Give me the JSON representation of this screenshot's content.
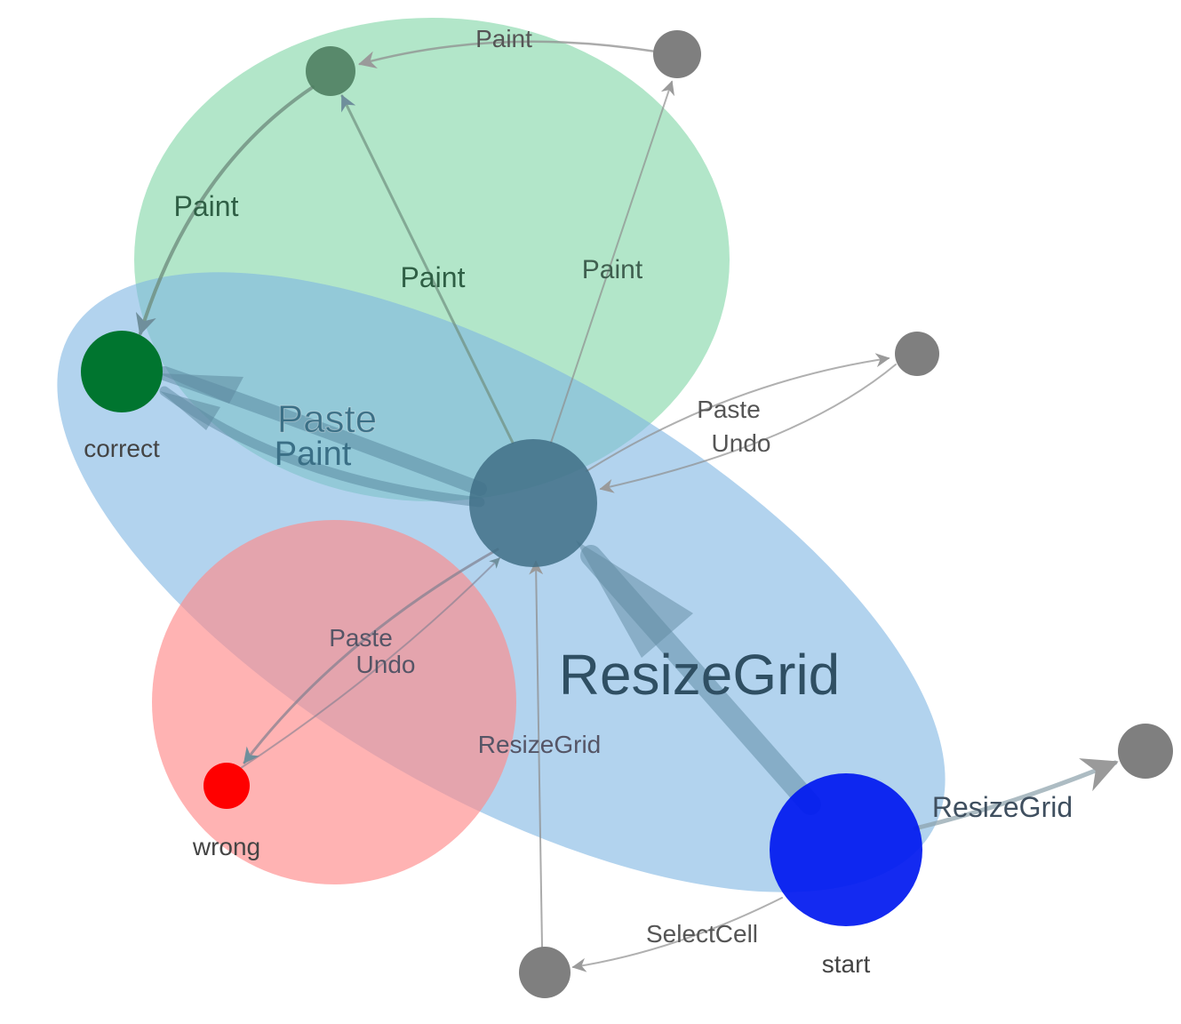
{
  "colors": {
    "cluster_green": "#7fd6a5",
    "cluster_blue": "#7fb6e3",
    "cluster_red": "#ff8a8a",
    "node_gray": "#7f7f7f",
    "node_correct": "#00752f",
    "node_wrong": "#ff0000",
    "node_start": "#0018f0",
    "node_hub": "#3f6f86",
    "edge": "#8f8f8f",
    "label": "#444444"
  },
  "nodes": [
    {
      "id": "g_paint",
      "label": "",
      "color": "#4e7e60"
    },
    {
      "id": "g_top_right",
      "label": "",
      "color": "#7f7f7f"
    },
    {
      "id": "g_right",
      "label": "",
      "color": "#7f7f7f"
    },
    {
      "id": "g_far_right",
      "label": "",
      "color": "#7f7f7f"
    },
    {
      "id": "g_bottom",
      "label": "",
      "color": "#7f7f7f"
    },
    {
      "id": "correct",
      "label": "correct",
      "color": "#00752f"
    },
    {
      "id": "wrong",
      "label": "wrong",
      "color": "#ff0000"
    },
    {
      "id": "start",
      "label": "start",
      "color": "#0018f0"
    },
    {
      "id": "hub",
      "label": "",
      "color": "#3f6f86"
    }
  ],
  "edge_labels": {
    "paint_top": "Paint",
    "paint_left": "Paint",
    "paint_mid": "Paint",
    "paint_right": "Paint",
    "paste_big": "Paste",
    "paint_big": "Paint",
    "paste_right": "Paste",
    "undo_right": "Undo",
    "paste_low": "Paste",
    "undo_low": "Undo",
    "resize_big": "ResizeGrid",
    "resize_small": "ResizeGrid",
    "resize_right": "ResizeGrid",
    "selectcell": "SelectCell"
  }
}
